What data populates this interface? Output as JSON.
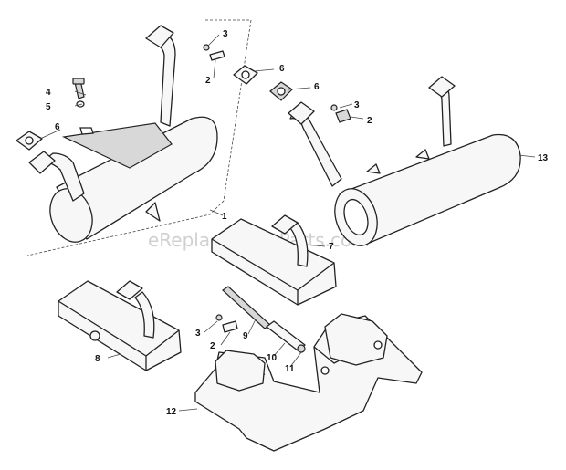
{
  "watermark": "eReplacementParts.com",
  "callouts": {
    "c1": "1",
    "c2a": "2",
    "c2b": "2",
    "c2c": "2",
    "c3a": "3",
    "c3b": "3",
    "c3c": "3",
    "c4": "4",
    "c5": "5",
    "c6a": "6",
    "c6b": "6",
    "c6c": "6",
    "c7": "7",
    "c8": "8",
    "c9": "9",
    "c10": "10",
    "c11": "11",
    "c12": "12",
    "c13": "13"
  }
}
